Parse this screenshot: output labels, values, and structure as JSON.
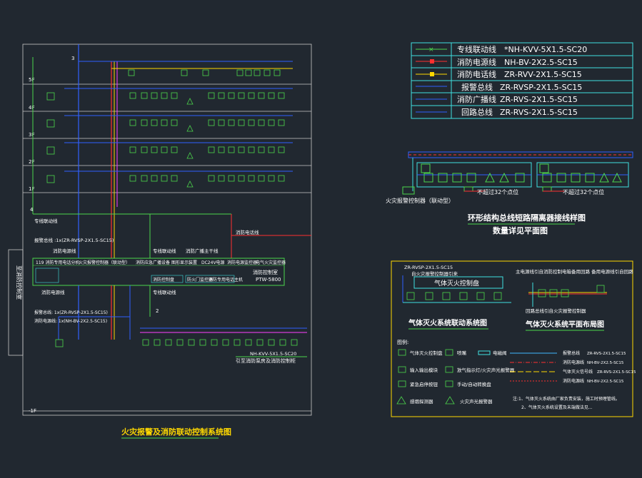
{
  "legend": {
    "rows": [
      {
        "name": "专线联动线",
        "spec": "*NH-KVV-5X1.5-SC20",
        "color": "#4cd64c"
      },
      {
        "name": "消防电源线",
        "spec": "NH-BV-2X2.5-SC15",
        "color": "#ff3030"
      },
      {
        "name": "消防电话线",
        "spec": "ZR-RVV-2X1.5-SC15",
        "color": "#ffd800"
      },
      {
        "name": "报警总线",
        "spec": "ZR-RVSP-2X1.5-SC15",
        "color": "#3060ff"
      },
      {
        "name": "消防广播线",
        "spec": "ZR-RVS-2X1.5-SC15",
        "color": "#3060ff"
      },
      {
        "name": "回路总线",
        "spec": "ZR-RVS-2X1.5-SC15",
        "color": "#3060ff"
      }
    ]
  },
  "ring": {
    "title": "环形结构总线短路隔离器接线样图",
    "subtitle": "数量详见平面图",
    "note_left": "不超过32个点位",
    "note_right": "不超过32个点位",
    "source_label": "火灾报警控制器（联动型）"
  },
  "main": {
    "title": "火灾报警及消防联动控制系统图",
    "floors": [
      "5F",
      "4F",
      "3F",
      "2F",
      "1F",
      "-1F"
    ],
    "side_label": "至消防控制室",
    "labels": {
      "power_bus": "报警总线 :1x(ZR-RVSP-2X1.5-SC15)",
      "fire_power": "消防电源线",
      "phone_line": "消防电话线",
      "linkage_line": "专线联动线",
      "broadcast_line": "消防广播主干线",
      "bus_cable": "报警总线: 1x(ZR-RVSP-2X1.5-SC15)",
      "power_cable": "消防电源线: 1x(NH-BV-2X2.5-SC15)",
      "fire_cable": "消防电源线: 1x(NH-BV-2X2.5-SC15)",
      "panel_name": "消防控制室",
      "panel_model": "PTW-5800",
      "nh_cable": "NH-KVV-5X1.5-SC20",
      "dev_note": "引至消防泵房及消防控制柜",
      "num1": "1",
      "num2": "2",
      "num3": "3",
      "num4": "4",
      "linkage2": "专线联动线",
      "linkage3": "专线联动线"
    },
    "cabinet_items": [
      "119 消防专用电话分机",
      "火灾报警控制器（联动型）",
      "消防应急广播设备",
      "图形显示装置",
      "DC24V电源",
      "消防电源监控器",
      "电气火灾监控器"
    ],
    "cabinet_sub": [
      "消防控制盘",
      "防火门监控器",
      "消防专用电话主机"
    ]
  },
  "gas": {
    "title1": "气体灭火系统联动系统图",
    "title2": "气体灭火系统平面布局图",
    "controller": "气体灭火控制盘",
    "cable_top": "ZR-RVSP-2X1.5-SC15",
    "cable_sub": "自火灾报警控制器引来",
    "plan_note": "主电源线引自消防控制电箱备用回路\n备用电源线引自回路",
    "plan_bottom": "回路总线引自火灾报警控制器",
    "legend_title": "图例:",
    "legend_items": [
      {
        "sym": "气体灭火控制盘"
      },
      {
        "sym": "喷嘴"
      },
      {
        "sym": "电磁阀"
      },
      {
        "sym": "输入输出模块"
      },
      {
        "sym": "放气指示灯/火灾声光报警器"
      },
      {
        "sym": "紧急启停按钮"
      },
      {
        "sym": "手动/自动转换盘"
      },
      {
        "sym": "感烟探测器"
      },
      {
        "sym": "火灾声光报警器"
      }
    ],
    "line_legend": [
      {
        "name": "报警总线",
        "spec": "ZR-RVS-2X1.5-SC15",
        "color": "#3fb7ff"
      },
      {
        "name": "消防电源线",
        "spec": "NH-BV-2X2.5-SC15",
        "color": "#ff3030"
      },
      {
        "name": "气体灭火信号线",
        "spec": "ZR-RVS-2X1.5-SC15",
        "color": "#ffd800"
      },
      {
        "name": "消防电源线",
        "spec": "NH-BV-2X2.5-SC15",
        "color": "#ff3030"
      }
    ],
    "notes": [
      "注:1、气体灭火系统由厂家负责安装，施工时预埋管线。",
      "2、气体灭火系统设置及末端做法见..."
    ]
  },
  "colors": {
    "bg": "#212830",
    "frame": "#c8c8c8",
    "cyan": "#3fe0e0",
    "green": "#4cd64c",
    "red": "#ff3030",
    "yellow": "#ffd800",
    "blue": "#3060ff",
    "magenta": "#ff40ff",
    "white": "#ffffff"
  }
}
